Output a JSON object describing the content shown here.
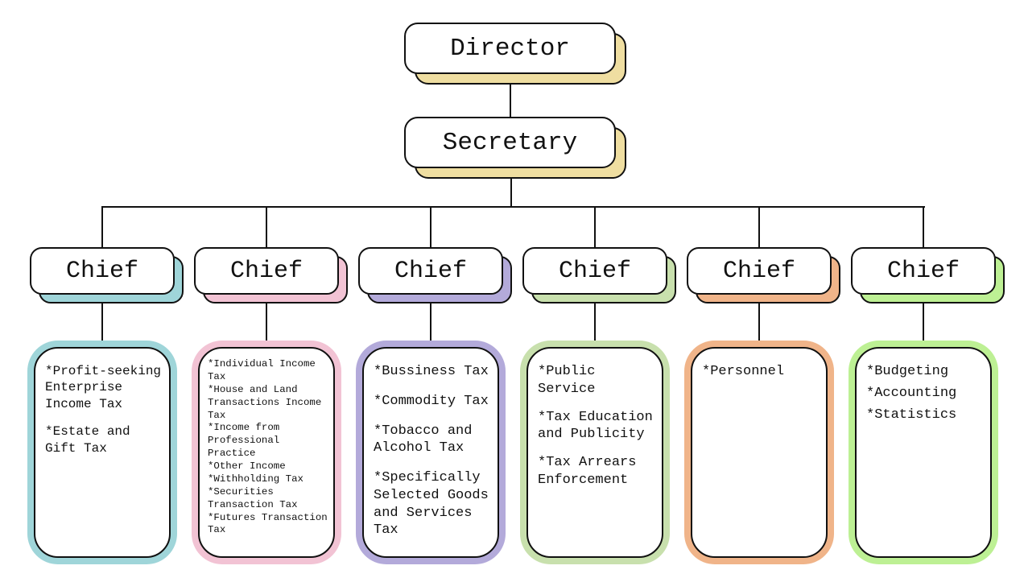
{
  "chart": {
    "type": "org-chart",
    "root": {
      "label": "Director"
    },
    "secretary": {
      "label": "Secretary"
    },
    "node_shadow_color": "#EFDEA1",
    "line_color": "#111111",
    "columns": [
      {
        "chief_label": "Chief",
        "accent": "#9FD5D9",
        "items": [
          "*Profit-seeking Enterprise Income Tax",
          "*Estate and Gift Tax"
        ]
      },
      {
        "chief_label": "Chief",
        "accent": "#F2C3D4",
        "items": [
          "*Individual Income Tax",
          "*House and Land Transactions Income Tax",
          "*Income from Professional Practice",
          "*Other Income",
          "*Withholding Tax",
          "*Securities Transaction Tax",
          "*Futures Transaction Tax"
        ]
      },
      {
        "chief_label": "Chief",
        "accent": "#B3AADA",
        "items": [
          "*Bussiness Tax",
          "*Commodity Tax",
          "*Tobacco and Alcohol Tax",
          "*Specifically Selected Goods and Services Tax"
        ]
      },
      {
        "chief_label": "Chief",
        "accent": "#C8E0AD",
        "items": [
          "*Public Service",
          "*Tax Education and Publicity",
          "*Tax Arrears Enforcement"
        ]
      },
      {
        "chief_label": "Chief",
        "accent": "#F0B489",
        "items": [
          "*Personnel"
        ]
      },
      {
        "chief_label": "Chief",
        "accent": "#BDF094",
        "items": [
          "*Budgeting",
          "*Accounting",
          "*Statistics"
        ]
      }
    ]
  }
}
